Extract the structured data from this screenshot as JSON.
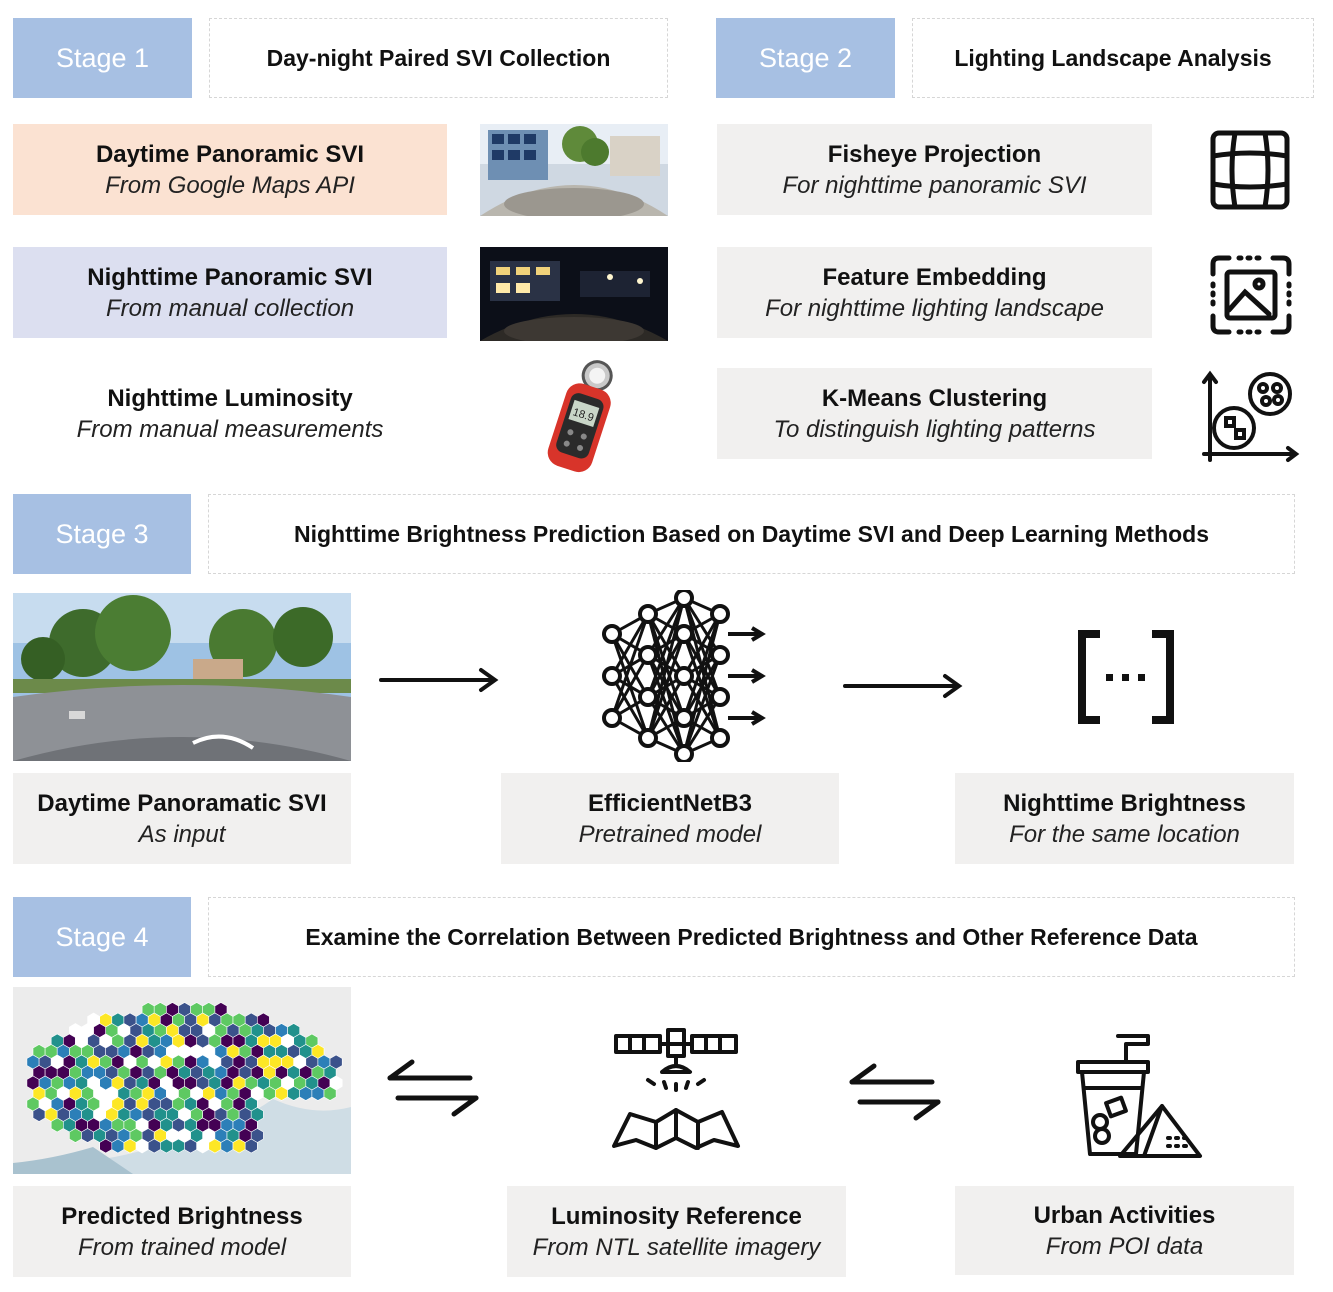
{
  "stage1": {
    "label": "Stage 1",
    "title": "Day-night Paired SVI Collection",
    "items": [
      {
        "title": "Daytime Panoramic SVI",
        "subtitle": "From Google Maps API"
      },
      {
        "title": "Nighttime Panoramic SVI",
        "subtitle": "From manual collection"
      },
      {
        "title": "Nighttime Luminosity",
        "subtitle": "From manual measurements"
      }
    ],
    "meter_reading": "18.9"
  },
  "stage2": {
    "label": "Stage 2",
    "title": "Lighting Landscape Analysis",
    "items": [
      {
        "title": "Fisheye Projection",
        "subtitle": "For nighttime panoramic SVI",
        "icon": "grid-warp-icon"
      },
      {
        "title": "Feature Embedding",
        "subtitle": "For nighttime lighting landscape",
        "icon": "image-embedding-icon"
      },
      {
        "title": "K-Means Clustering",
        "subtitle": "To distinguish lighting patterns",
        "icon": "cluster-plot-icon"
      }
    ]
  },
  "stage3": {
    "label": "Stage 3",
    "title": "Nighttime Brightness Prediction Based on Daytime SVI and Deep Learning Methods",
    "items": [
      {
        "title": "Daytime Panoramatic SVI",
        "subtitle": "As input"
      },
      {
        "title": "EfficientNetB3",
        "subtitle": "Pretrained model",
        "icon": "neural-network-icon"
      },
      {
        "title": "Nighttime Brightness",
        "subtitle": "For the same location",
        "icon": "brackets-icon"
      }
    ]
  },
  "stage4": {
    "label": "Stage 4",
    "title": "Examine the Correlation Between Predicted Brightness and Other Reference Data",
    "items": [
      {
        "title": "Predicted Brightness",
        "subtitle": "From trained model"
      },
      {
        "title": "Luminosity Reference",
        "subtitle": "From NTL satellite imagery",
        "icon": "satellite-icon"
      },
      {
        "title": "Urban Activities",
        "subtitle": "From POI data",
        "icon": "drink-poi-icon"
      }
    ]
  },
  "colors": {
    "stage_bg": "#a7c0e3",
    "peach": "#fbe2d2",
    "lavender": "#dcdff0",
    "grey": "#f1f0ef"
  }
}
